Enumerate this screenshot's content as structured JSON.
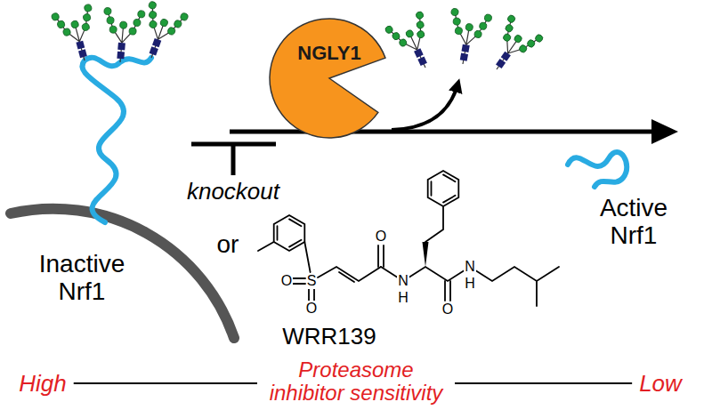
{
  "diagram": {
    "nodes": [
      {
        "text": [
          "NGLY1"
        ]
      }
    ],
    "labels": [
      "Inactive Nrf1",
      "Active Nrf1",
      "knockout",
      "or",
      "WRR139",
      "S",
      "O",
      "O",
      "O",
      "N",
      "H",
      "O",
      "N",
      "H",
      "High",
      "Proteasome inhibitor sensitivity",
      "Low"
    ]
  }
}
